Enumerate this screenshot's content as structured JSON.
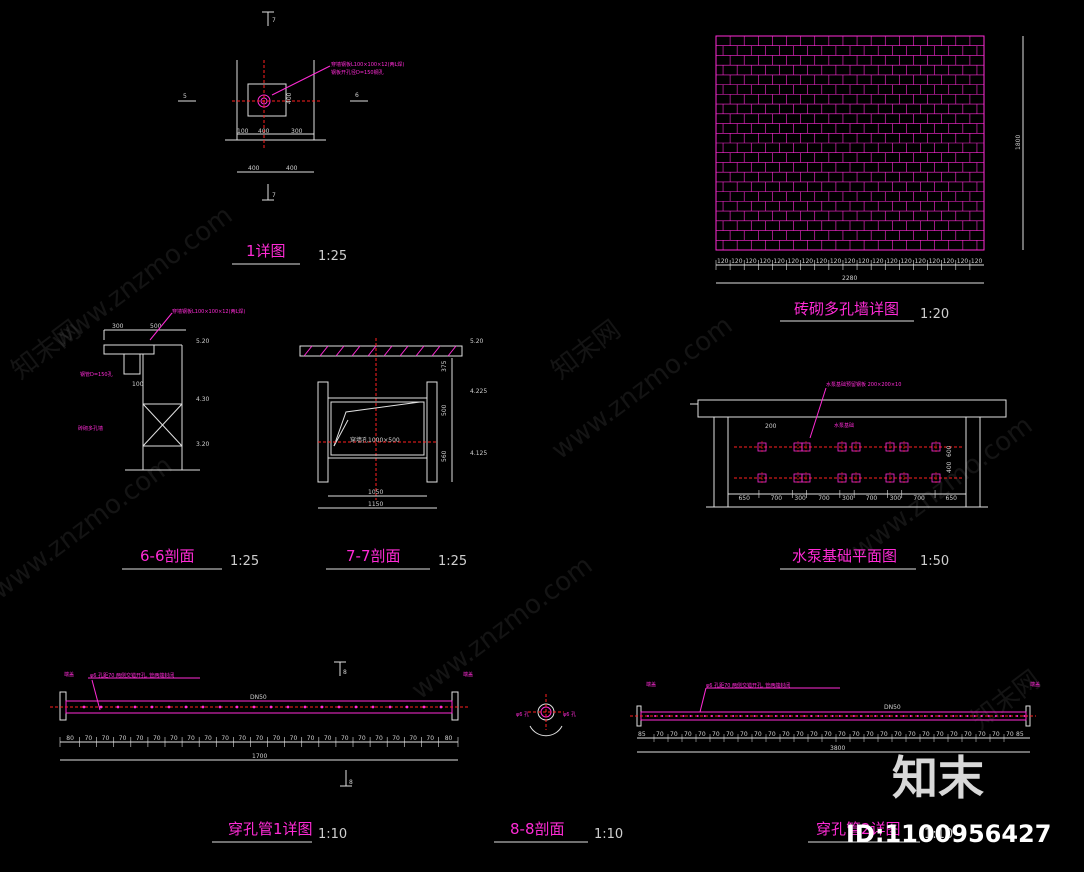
{
  "view1": {
    "title": "1详图",
    "scale": "1:25",
    "section_top": "7",
    "section_bottom": "7",
    "section_left": "5",
    "section_right": "6",
    "note1": "穿墙钢板L100×100×12(两L焊)",
    "note2": "钢板开孔径D=150钢孔",
    "dim_a": "100",
    "dim_b": "400",
    "dim_c": "300",
    "dim_d": "400",
    "dim_e": "400",
    "dim_v": "400"
  },
  "view66": {
    "title": "6-6剖面",
    "scale": "1:25",
    "dim_a": "300",
    "dim_b": "500",
    "dim_c": "100",
    "lvl1": "5.20",
    "lvl2": "4.30",
    "lvl3": "3.20",
    "note_top": "穿墙钢板L100×100×12(两L焊)",
    "note_pipe": "钢管D=150孔",
    "note_wall": "砖砌多孔墙"
  },
  "view77": {
    "title": "7-7剖面",
    "scale": "1:25",
    "lvl_top": "5.20",
    "lvl_mid": "4.225",
    "lvl_low": "4.125",
    "opening": "穿墙孔1000×500",
    "dim_v1": "375",
    "dim_v2": "500",
    "dim_v3": "560",
    "dim_h1": "1050",
    "dim_h2": "1150"
  },
  "brick": {
    "title": "砖砌多孔墙详图",
    "scale": "1:20",
    "cell": "120",
    "width": "2280",
    "height": "1800"
  },
  "pump": {
    "title": "水泵基础平面图",
    "scale": "1:50",
    "note": "水泵基础预留钢板 200×200×10",
    "label_pump": "水泵基础",
    "dims": [
      "650",
      "700",
      "300",
      "700",
      "300",
      "700",
      "300",
      "700",
      "650"
    ],
    "dim_left": "200",
    "dim_v1": "600",
    "dim_v2": "400"
  },
  "pipe1": {
    "title": "穿孔管1详图",
    "scale": "1:10",
    "section": "8",
    "label_left": "端盖",
    "label_right": "端盖",
    "note": "φ6 孔距70 两侧交错开孔, 管两端封闭",
    "size": "DN50",
    "total": "1700",
    "spacing": [
      "80",
      "70",
      "70",
      "70",
      "70",
      "70",
      "70",
      "70",
      "70",
      "70",
      "70",
      "70",
      "70",
      "70",
      "70",
      "70",
      "70",
      "70",
      "70",
      "70",
      "70",
      "70",
      "80"
    ]
  },
  "sec88": {
    "title": "8-8剖面",
    "scale": "1:10",
    "left": "φ6 孔",
    "right": "φ6 孔"
  },
  "pipe2": {
    "title": "穿孔管2详图",
    "scale": "1:10",
    "label_left": "端盖",
    "label_right": "端盖",
    "note": "φ6 孔距70 两侧交错开孔, 管两端封闭",
    "size": "DN50",
    "total": "3800",
    "spacing_start": "85",
    "spacing": "70",
    "spacing_end": "85"
  },
  "watermark": {
    "site": "www.znzmo.com",
    "brand": "知末网",
    "logo": "知末",
    "id": "ID:1100956427"
  },
  "colors": {
    "background": "#000000",
    "magenta": "#ff2bd6",
    "white": "#e0e0e0",
    "center": "#ff2020"
  }
}
